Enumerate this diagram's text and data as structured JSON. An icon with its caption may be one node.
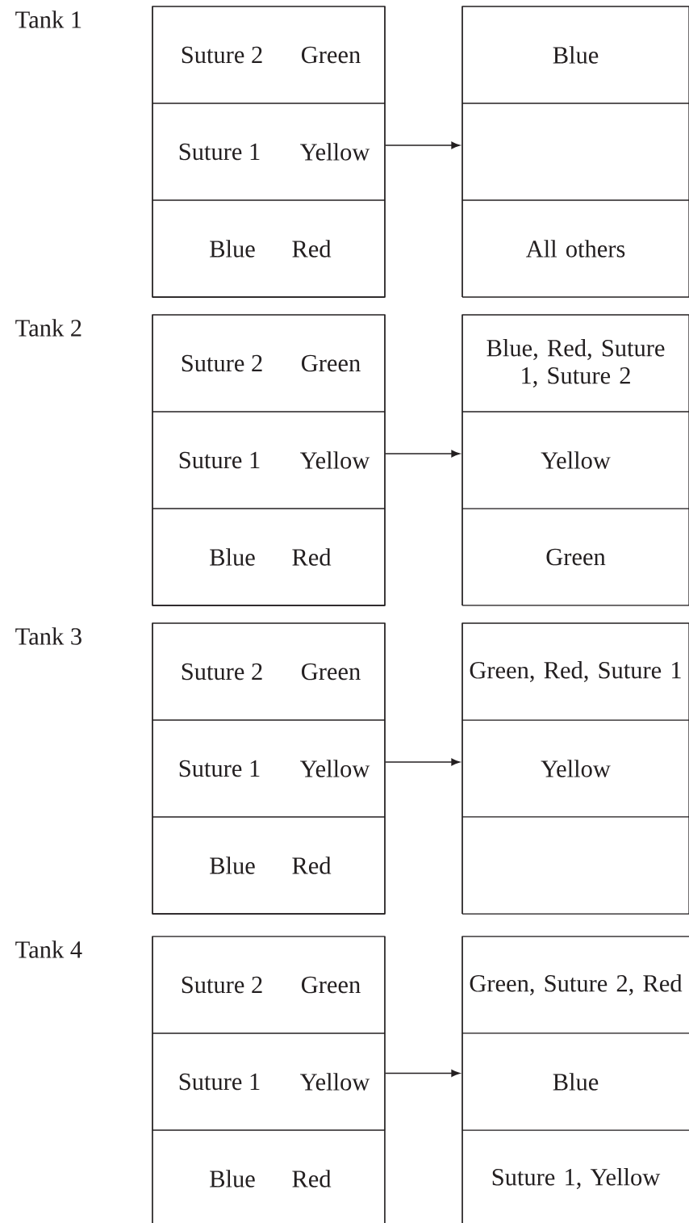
{
  "diagram": {
    "nodes": [
      {
        "text": [],
        "shape": "box"
      },
      {
        "text": [
          "Suture 2",
          "Green"
        ],
        "in": 0
      },
      {
        "text": [
          "Suture 1",
          "Yellow"
        ],
        "in": 0
      },
      {
        "text": [
          "Blue",
          "Red"
        ],
        "in": 0
      },
      {
        "text": [],
        "shape": "box"
      },
      {
        "text": [
          "Blue"
        ],
        "in": 4
      },
      {
        "text": [],
        "shape": "box",
        "in": 4
      },
      {
        "text": [
          "All others"
        ],
        "in": 4
      },
      {
        "text": [],
        "shape": "box"
      },
      {
        "text": [
          "Suture 2",
          "Green"
        ],
        "in": 8
      },
      {
        "text": [
          "Suture 1",
          "Yellow"
        ],
        "in": 8
      },
      {
        "text": [
          "Blue",
          "Red"
        ],
        "in": 8
      },
      {
        "text": [],
        "shape": "box"
      },
      {
        "text": [
          "Blue, Red, Suture 1, Suture 2"
        ],
        "in": 12
      },
      {
        "text": [
          "Yellow"
        ],
        "in": 12
      },
      {
        "text": [
          "Green"
        ],
        "in": 12
      },
      {
        "text": [],
        "shape": "box"
      },
      {
        "text": [
          "Suture 2",
          "Green"
        ],
        "in": 16
      },
      {
        "text": [
          "Suture 1",
          "Yellow"
        ],
        "in": 16
      },
      {
        "text": [
          "Blue",
          "Red"
        ],
        "in": 16
      },
      {
        "text": [],
        "shape": "box"
      },
      {
        "text": [
          "Green, Red, Suture 1"
        ],
        "in": 20
      },
      {
        "text": [
          "Yellow"
        ],
        "in": 20
      },
      {
        "text": [],
        "shape": "box",
        "in": 20
      },
      {
        "text": [],
        "shape": "box"
      },
      {
        "text": [
          "Suture 2",
          "Green"
        ],
        "in": 24
      },
      {
        "text": [
          "Suture 1",
          "Yellow"
        ],
        "in": 24
      },
      {
        "text": [
          "Blue",
          "Red"
        ],
        "in": 24
      },
      {
        "text": [],
        "shape": "box"
      },
      {
        "text": [
          "Green, Suture 2, Red"
        ],
        "in": 28
      },
      {
        "text": [
          "Blue"
        ],
        "in": 28
      },
      {
        "text": [
          "Suture 1, Yellow"
        ],
        "in": 28
      }
    ],
    "edges": [
      {
        "from": 0,
        "to": 4,
        "arrow": "to"
      },
      {
        "from": 8,
        "to": 12,
        "arrow": "to"
      },
      {
        "from": 16,
        "to": 20,
        "arrow": "to"
      },
      {
        "from": 24,
        "to": 28,
        "arrow": "to"
      }
    ],
    "labels": [
      "Tank 1",
      "Tank 2",
      "Tank 3",
      "Tank 4"
    ]
  }
}
